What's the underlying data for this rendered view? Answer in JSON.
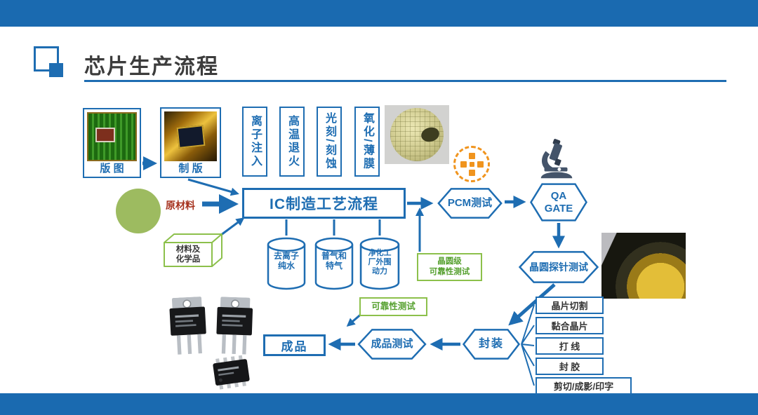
{
  "colors": {
    "primary_blue": "#1e6db2",
    "bar_blue": "#1a6ab0",
    "accent_green": "#8cc04b",
    "green_text": "#55a02e",
    "orange": "#f0941e",
    "raw_material_red": "#a5301c"
  },
  "slide": {
    "title": "芯片生产流程"
  },
  "flow": {
    "layout_label": "版 图",
    "mask_label": "制 版",
    "vertical_steps": [
      "离子注入",
      "高温退火",
      "光刻/刻蚀",
      "氧化/薄膜"
    ],
    "raw_material_label": "原材料",
    "main_process_label": "IC制造工艺流程",
    "pcm_label": "PCM测试",
    "qa_gate": [
      "QA",
      "GATE"
    ],
    "probe_test_label": "晶圆探针测试",
    "materials_chemicals": [
      "材料及",
      "化学品"
    ],
    "cylinders": [
      {
        "lines": [
          "去离子",
          "纯水"
        ]
      },
      {
        "lines": [
          "普气和",
          "特气"
        ]
      },
      {
        "lines": [
          "净化工",
          "厂外围",
          "动力"
        ]
      }
    ],
    "wafer_reliability": [
      "晶圆级",
      "可靠性测试"
    ],
    "reliability_label": "可靠性测试",
    "finished_label": "成品",
    "finished_test_label": "成品测试",
    "package_label": "封装",
    "package_steps": [
      "晶片切割",
      "黏合晶片",
      "打 线",
      "封 胶",
      "剪切/成影/印字"
    ]
  }
}
